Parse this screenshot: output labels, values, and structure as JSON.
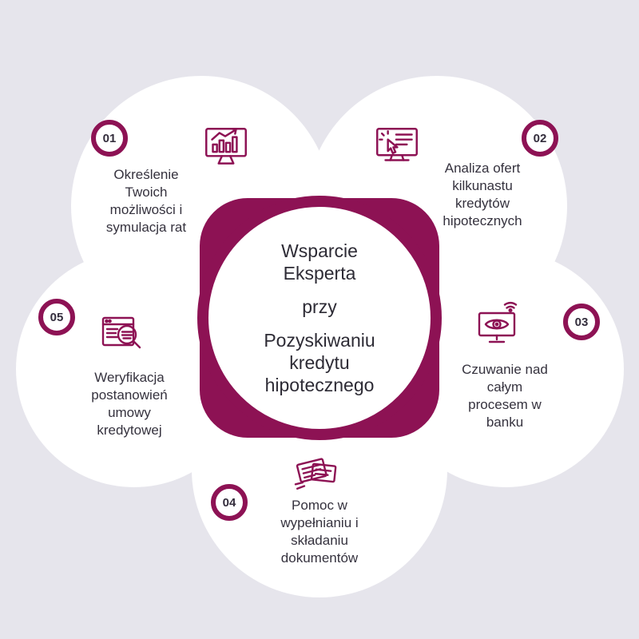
{
  "colors": {
    "accent": "#8d1254",
    "background": "#e6e5ec"
  },
  "center": {
    "line1": "Wsparcie Eksperta",
    "line2": "przy",
    "line3": "Pozyskiwaniu kredytu hipotecznego"
  },
  "items": [
    {
      "number": "01",
      "label": "Określenie Twoich możliwości i symulacja rat",
      "icon": "monitor-bar-chart-icon"
    },
    {
      "number": "02",
      "label": "Analiza ofert kilkunastu kredytów hipotecznych",
      "icon": "monitor-click-icon"
    },
    {
      "number": "03",
      "label": "Czuwanie nad całym procesem w banku",
      "icon": "monitor-eye-wifi-icon"
    },
    {
      "number": "04",
      "label": "Pomoc w wypełnianiu i składaniu dokumentów",
      "icon": "documents-icon"
    },
    {
      "number": "05",
      "label": "Weryfikacja postanowień umowy kredytowej",
      "icon": "browser-magnifier-icon"
    }
  ]
}
